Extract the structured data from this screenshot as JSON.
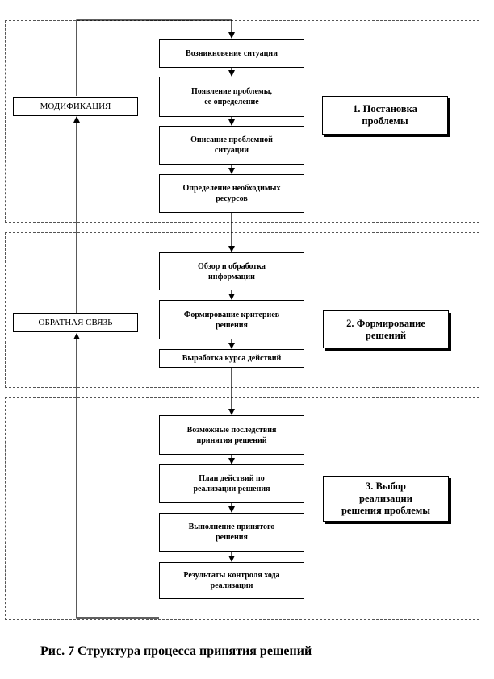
{
  "diagram": {
    "steps": [
      "Возникновение ситуации",
      "Появление проблемы,\nее определение",
      "Описание проблемной\nситуации",
      "Определение необходимых\nресурсов",
      "Обзор и обработка\nинформации",
      "Формирование критериев\nрешения",
      "Выработка курса действий",
      "Возможные последствия\nпринятия решений",
      "План действий по\nреализации решения",
      "Выполнение принятого\nрешения",
      "Результаты контроля хода\nреализации"
    ],
    "stages": [
      "1. Постановка\nпроблемы",
      "2. Формирование\nрешений",
      "3. Выбор\nреализации\nрешения проблемы"
    ],
    "feedback_labels": {
      "modification": "МОДИФИКАЦИЯ",
      "feedback": "ОБРАТНАЯ СВЯЗЬ"
    }
  },
  "caption": "Рис. 7 Структура процесса принятия решений"
}
